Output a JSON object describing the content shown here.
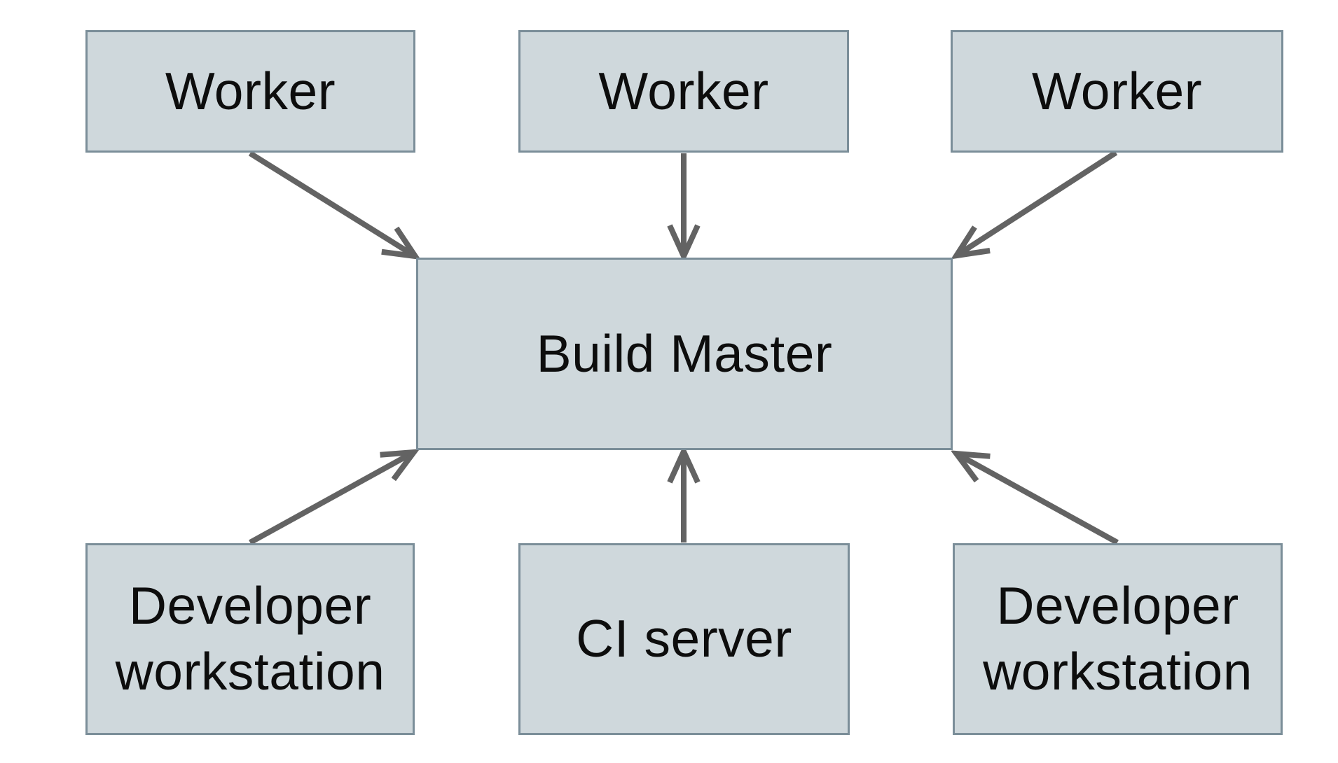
{
  "diagram": {
    "nodes": [
      {
        "id": "worker-1",
        "label": "Worker"
      },
      {
        "id": "worker-2",
        "label": "Worker"
      },
      {
        "id": "worker-3",
        "label": "Worker"
      },
      {
        "id": "build-master",
        "label": "Build Master"
      },
      {
        "id": "developer-workstation-left",
        "label": "Developer workstation"
      },
      {
        "id": "ci-server",
        "label": "CI server"
      },
      {
        "id": "developer-workstation-right",
        "label": "Developer workstation"
      }
    ],
    "edges": [
      {
        "from": "worker-1",
        "to": "build-master"
      },
      {
        "from": "worker-2",
        "to": "build-master"
      },
      {
        "from": "worker-3",
        "to": "build-master"
      },
      {
        "from": "developer-workstation-left",
        "to": "build-master"
      },
      {
        "from": "ci-server",
        "to": "build-master"
      },
      {
        "from": "developer-workstation-right",
        "to": "build-master"
      }
    ],
    "colors": {
      "node_fill": "#cfd8dc",
      "node_border": "#7b8e99",
      "arrow": "#636363",
      "text": "#0d0d0d",
      "background": "#ffffff"
    }
  }
}
